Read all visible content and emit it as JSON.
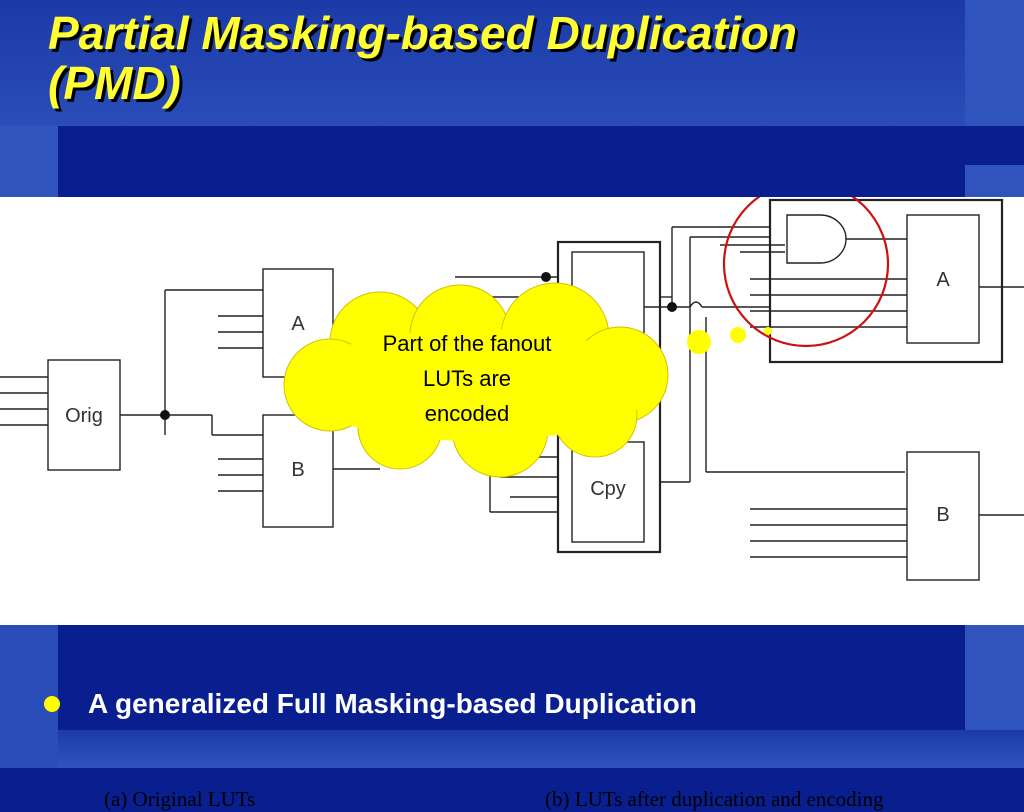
{
  "slide": {
    "title_line1": "Partial Masking-based Duplication",
    "title_line2": "(PMD)",
    "caption_a": "(a) Original LUTs",
    "caption_b": "(b) LUTs after duplication and encoding",
    "bullet": "A generalized Full Masking-based Duplication"
  },
  "diagram": {
    "orig_label": "Orig",
    "a_label": "A",
    "b_label": "B",
    "cpy_label": "Cpy",
    "callout_line1": "Part of the fanout",
    "callout_line2": "LUTs are",
    "callout_line3": "encoded"
  },
  "colors": {
    "background": "#0a1f8f",
    "title": "#ffff33",
    "callout": "#ffff00",
    "highlight_circle": "#cc1111"
  }
}
